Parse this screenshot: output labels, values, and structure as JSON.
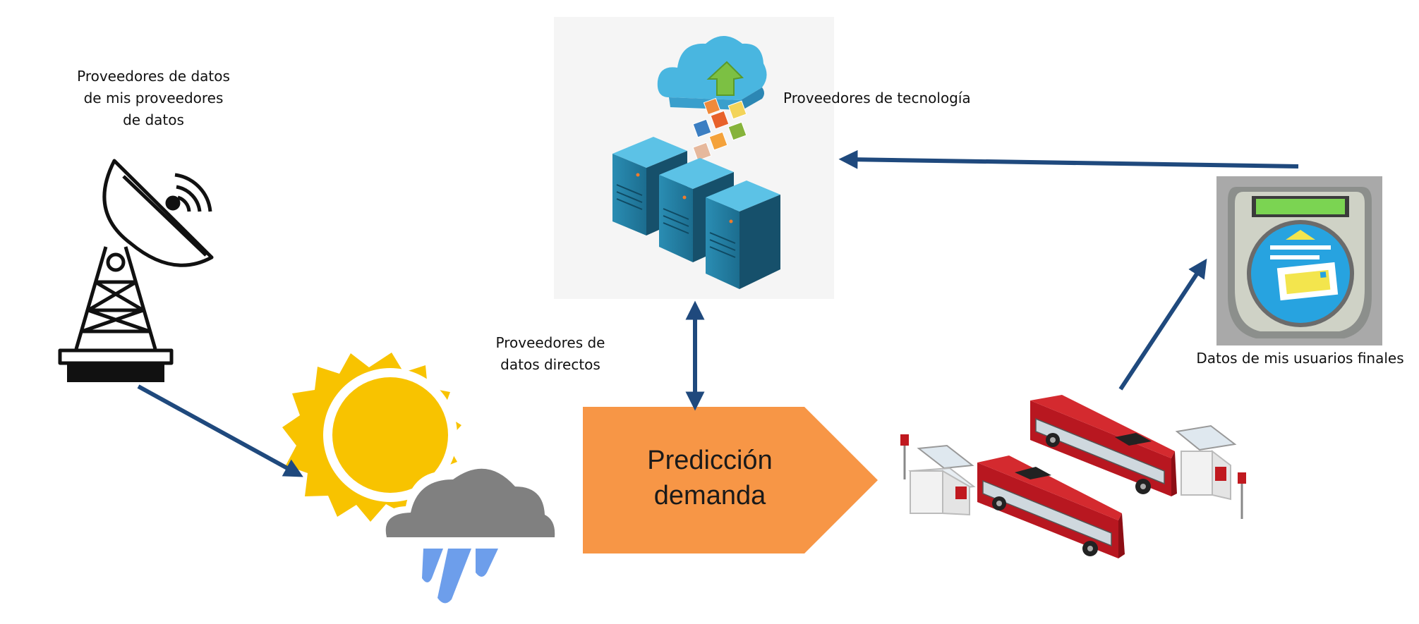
{
  "labels": {
    "indirect": [
      "Proveedores de datos",
      "de mis proveedores",
      "de datos"
    ],
    "technology": "Proveedores de tecnología",
    "direct": [
      "Proveedores de",
      "datos directos"
    ],
    "end_users": "Datos de mis usuarios finales"
  },
  "process": {
    "lines": [
      "Predicción",
      "demanda"
    ]
  },
  "icons": {
    "indirect": "satellite-antenna-tower-icon",
    "technology": "cloud-servers-icon",
    "direct": "sun-rain-weather-icon",
    "transport": "buses-and-bus-stops-icon",
    "end_users": "fare-card-validator-icon"
  },
  "colors": {
    "arrow": "#1f497d",
    "process_fill": "#f79646",
    "sun": "#f8c300",
    "cloud": "#808080",
    "rain": "#6d9eeb",
    "bus": "#c0191f"
  }
}
